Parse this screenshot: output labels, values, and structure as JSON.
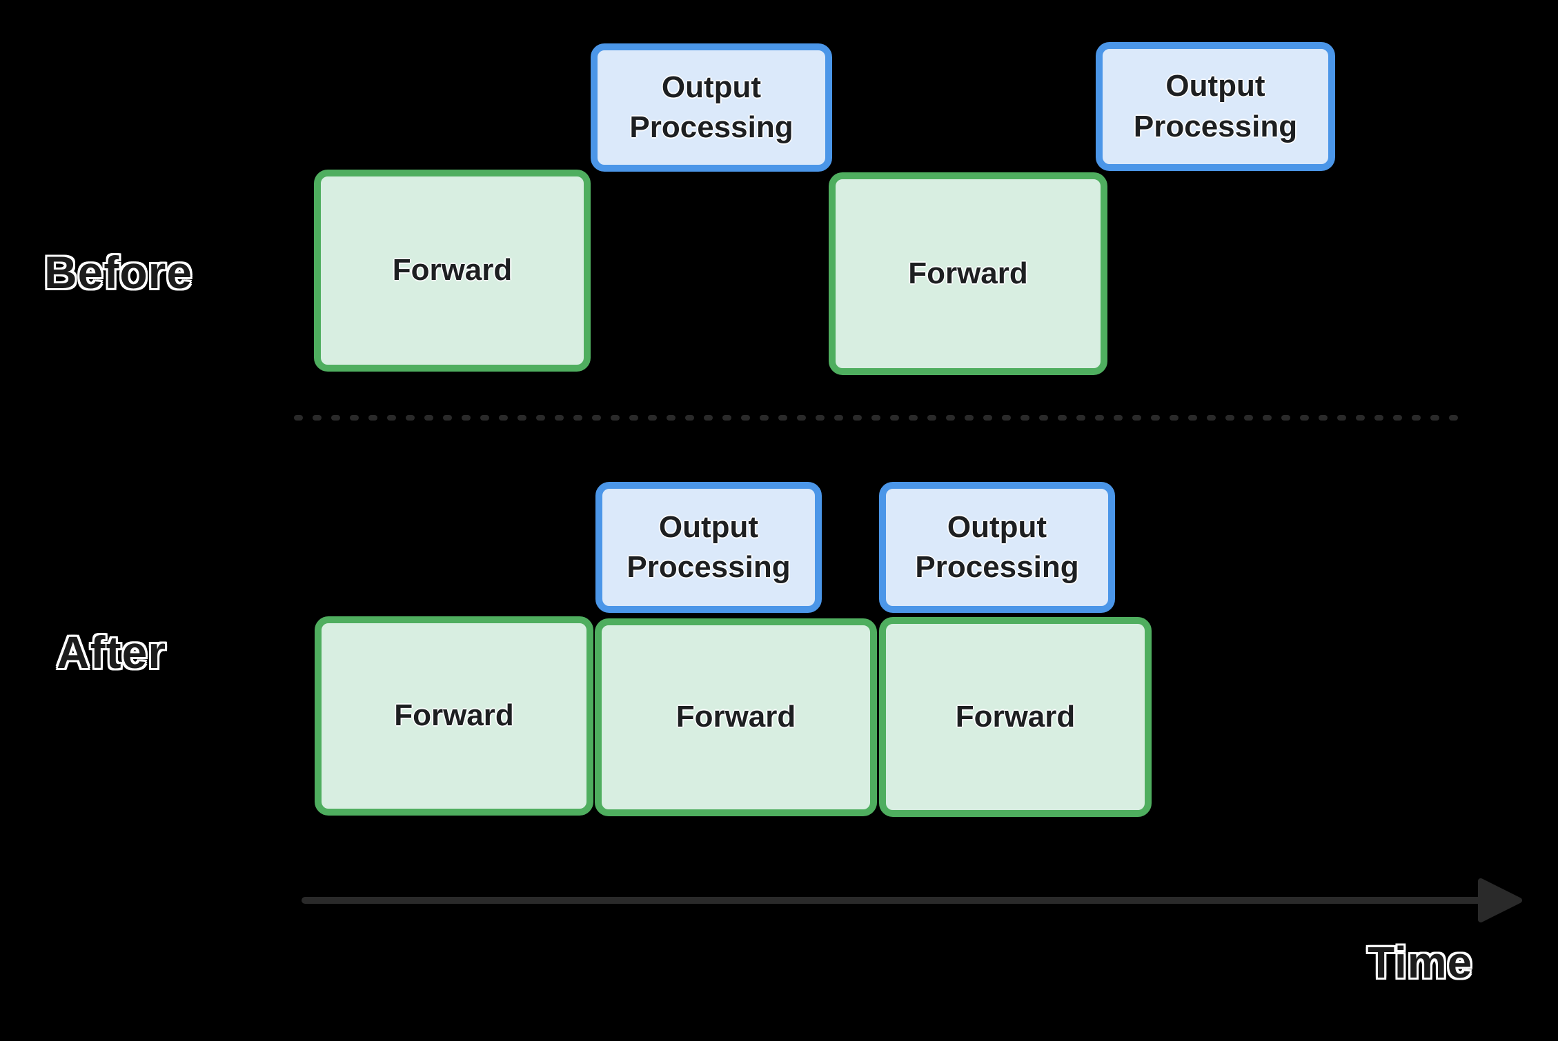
{
  "rows": {
    "before": {
      "label": "Before",
      "blocks": [
        {
          "type": "forward",
          "label": "Forward"
        },
        {
          "type": "output",
          "label": "Output Processing"
        },
        {
          "type": "forward",
          "label": "Forward"
        },
        {
          "type": "output",
          "label": "Output Processing"
        }
      ]
    },
    "after": {
      "label": "After",
      "blocks": [
        {
          "type": "output",
          "label": "Output Processing"
        },
        {
          "type": "output",
          "label": "Output Processing"
        },
        {
          "type": "forward",
          "label": "Forward"
        },
        {
          "type": "forward",
          "label": "Forward"
        },
        {
          "type": "forward",
          "label": "Forward"
        }
      ]
    }
  },
  "axis": {
    "time_label": "Time"
  },
  "colors": {
    "background": "#000000",
    "forward_fill": "#d8eee1",
    "forward_border": "#4fae5f",
    "output_fill": "#dbe9fa",
    "output_border": "#4b96e8",
    "block_text": "#1d1f21",
    "label_text": "#1c1c1c",
    "label_outline": "#ffffff",
    "axis_color": "#2a2a2a"
  }
}
